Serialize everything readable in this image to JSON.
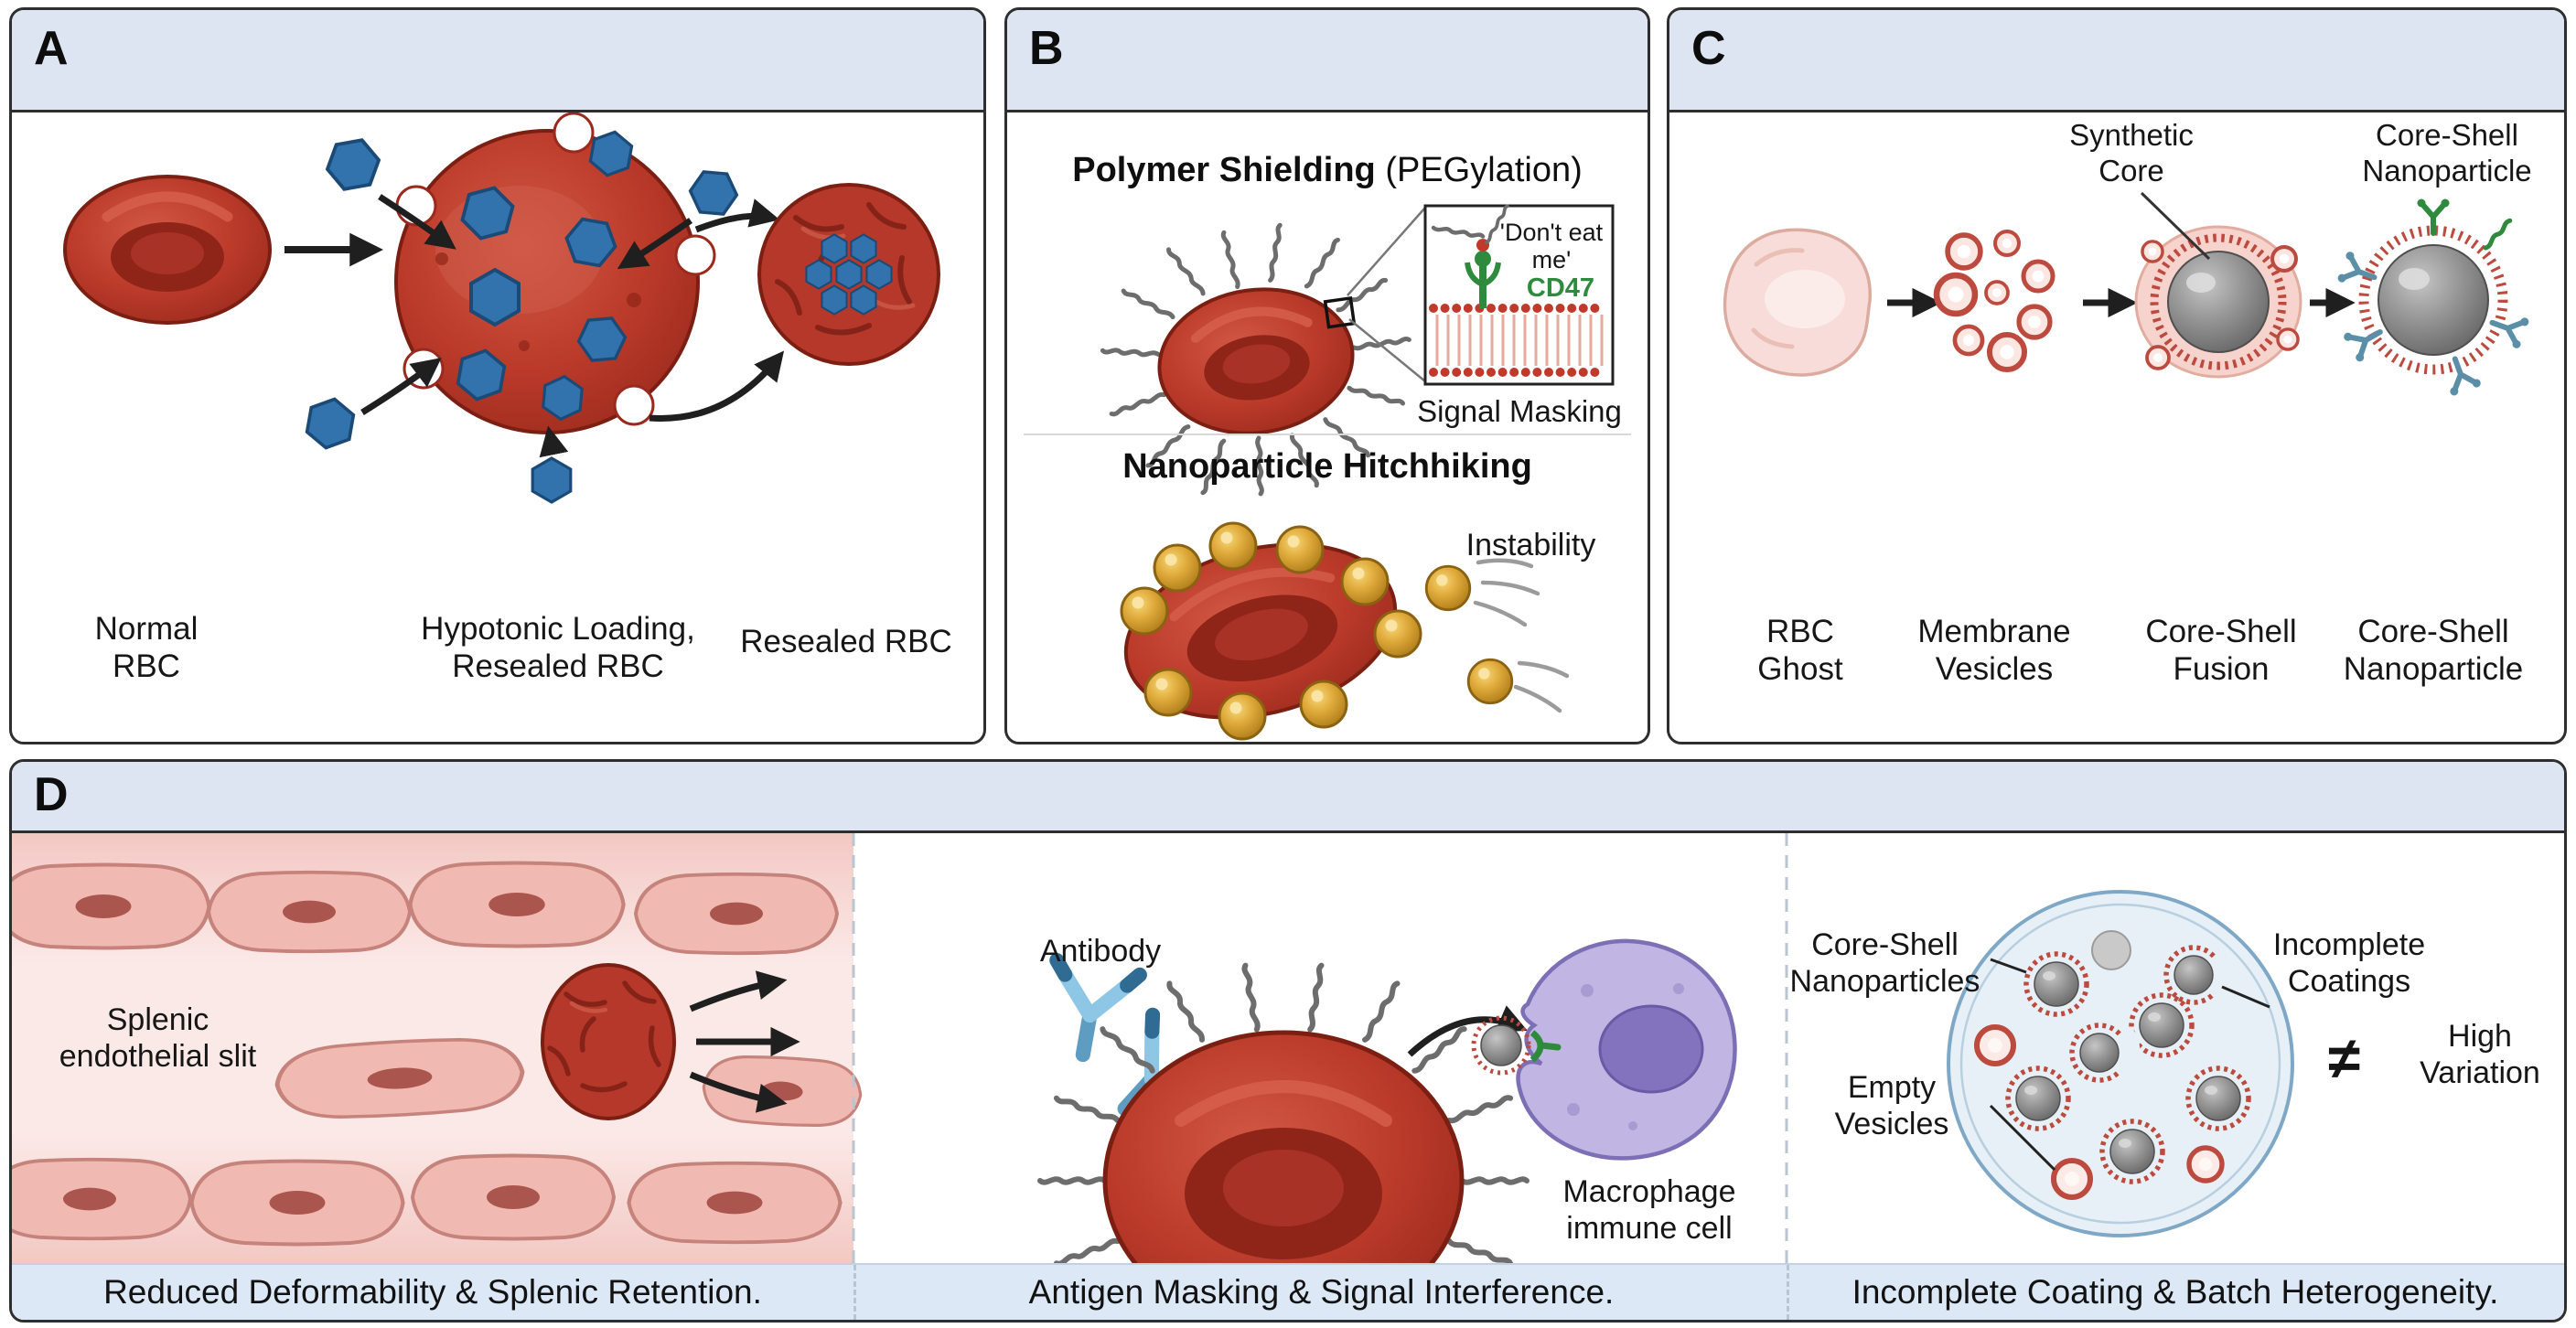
{
  "figure": {
    "panelA": {
      "letter": "A",
      "label_normal": "Normal\nRBC",
      "label_loading": "Hypotonic Loading,\nResealed RBC",
      "label_resealed": "Resealed RBC"
    },
    "panelB": {
      "letter": "B",
      "shielding_title_bold": "Polymer Shielding",
      "shielding_title_rest": " (PEGylation)",
      "dont_eat_me": "'Don't eat\nme'",
      "cd47": "CD47",
      "signal_masking": "Signal Masking",
      "hitchhiking_title": "Nanoparticle Hitchhiking",
      "instability": "Instability"
    },
    "panelC": {
      "letter": "C",
      "synthetic_core": "Synthetic\nCore",
      "core_shell_top": "Core-Shell\nNanoparticle",
      "label_ghost": "RBC\nGhost",
      "label_vesicles": "Membrane\nVesicles",
      "label_fusion": "Core-Shell\nFusion",
      "label_nanoparticle": "Core-Shell\nNanoparticle"
    },
    "panelD": {
      "letter": "D",
      "splenic_slit": "Splenic\nendothelial slit",
      "antibody": "Antibody",
      "macrophage": "Macrophage\nimmune cell",
      "core_shell_nanoparticles": "Core-Shell\nNanoparticles",
      "incomplete_coatings": "Incomplete\nCoatings",
      "empty_vesicles": "Empty\nVesicles",
      "not_equal": "≠",
      "high_variation": "High\nVariation",
      "caption1": "Reduced Deformability & Splenic Retention.",
      "caption2": "Antigen Masking & Signal Interference.",
      "caption3": "Incomplete Coating & Batch Heterogeneity."
    },
    "colors": {
      "panel_header_bg": "#dde5f3",
      "caption_bg": "#dce8f5",
      "rbc_red": "#b5382a",
      "drug_hexagon_blue": "#3273ae",
      "gold_nanoparticle": "#dfa93a",
      "peg_chain_gray": "#6d6d6d",
      "cd47_green": "#2e8b3d",
      "macrophage_purple": "#c0b5e3",
      "vessel_pink": "#f3c8c3",
      "dish_blue": "#7fa8c7"
    }
  }
}
